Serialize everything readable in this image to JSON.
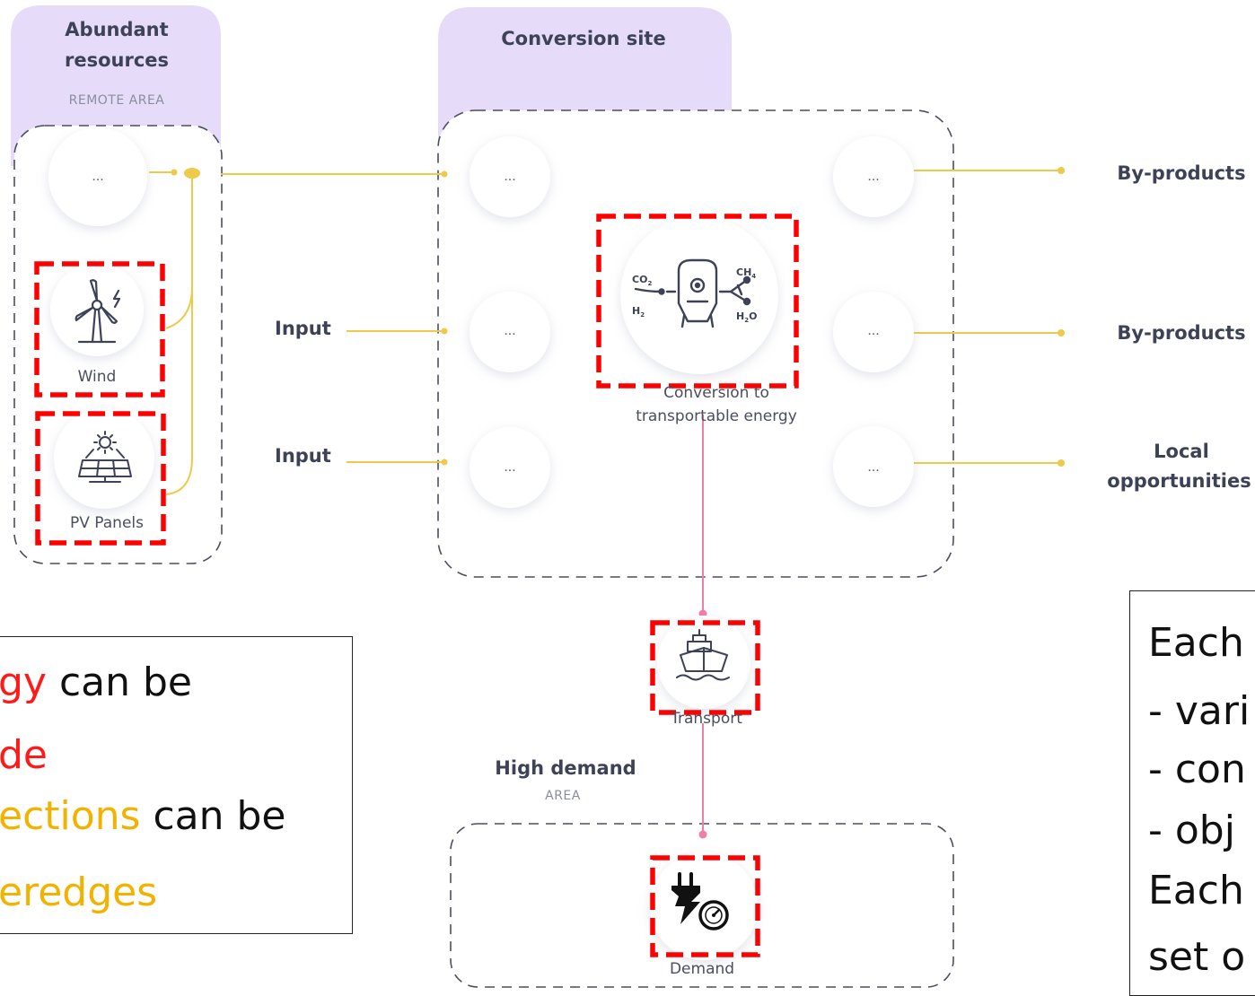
{
  "remote_area": {
    "title_line1": "Abundant",
    "title_line2": "resources",
    "subtitle": "REMOTE AREA"
  },
  "conversion_site": {
    "title": "Conversion site"
  },
  "nodes": {
    "placeholder": "...",
    "wind": "Wind",
    "pv": "PV Panels",
    "conversion_line1": "Conversion to",
    "conversion_line2": "transportable energy",
    "transport": "Transport",
    "demand": "Demand"
  },
  "chem_labels": {
    "co2": "CO",
    "co2_sub": "2",
    "h2": "H",
    "h2_sub": "2",
    "ch4": "CH",
    "ch4_sub": "4",
    "h2o_a": "H",
    "h2o_sub": "2",
    "h2o_b": "O"
  },
  "inputs": [
    "Input",
    "Input"
  ],
  "outputs": [
    "By-products",
    "By-products",
    "Local",
    "opportunities"
  ],
  "demand_area": {
    "title": "High demand",
    "subtitle": "AREA"
  },
  "left_note": {
    "line1_a": "gy",
    "line1_b": " can be",
    "line2": "de",
    "line3_a": "ections",
    "line3_b": " can be",
    "line4": "eredges"
  },
  "right_note": {
    "lines": [
      "Each",
      "- vari",
      "- con",
      "- obj",
      "Each",
      "set o"
    ]
  },
  "colors": {
    "flow": "#eec94a",
    "transport_flow": "#ef7fa6",
    "highlight": "#ff0000",
    "panel": "#e6dcfa",
    "border_dash": "#4a4e5e"
  }
}
